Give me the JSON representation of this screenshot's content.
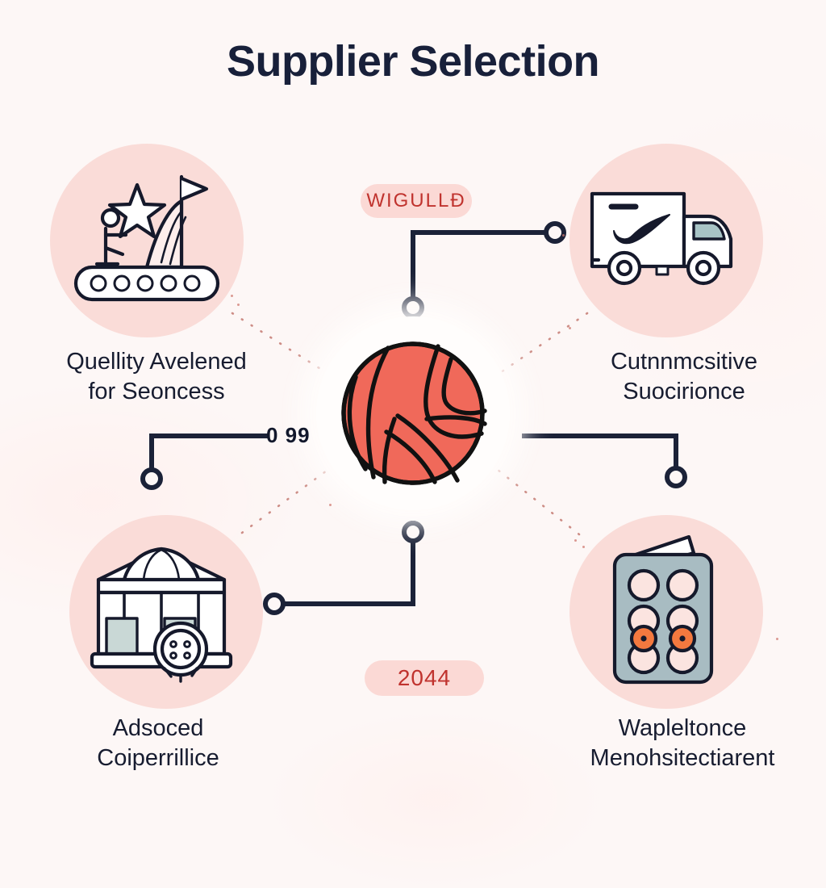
{
  "page": {
    "title": "Supplier Selection",
    "background_color": "#fdf7f6",
    "title_color": "#18203a",
    "accent_color": "#f0695a",
    "node_circle_color": "#fadcd8",
    "connector_color": "#1b2238",
    "dotted_connector_color": "#c9837c",
    "pill_background": "#fbd9d5",
    "pill_text_color": "#c0332e"
  },
  "center": {
    "icon": "ball-icon",
    "label": "sphere-ball"
  },
  "nodes": [
    {
      "position": "top-left",
      "icon": "conveyor-belt-star-flag-icon",
      "label": "Quellity Avelened\nfor Seoncess"
    },
    {
      "position": "top-right",
      "icon": "delivery-truck-icon",
      "label": "Cutnnmcsitive\nSuocirionce"
    },
    {
      "position": "bottom-left",
      "icon": "factory-dome-badge-icon",
      "label": "Adsoced\nCoiperrillice"
    },
    {
      "position": "bottom-right",
      "icon": "blister-pack-icon",
      "label": "Wapleltonce\nMenohsitectiarent"
    }
  ],
  "badges": [
    {
      "name": "top-pill",
      "text": "WIGULLĐ"
    },
    {
      "name": "bottom-pill",
      "text": "2044"
    }
  ],
  "connector_value": "0 99"
}
